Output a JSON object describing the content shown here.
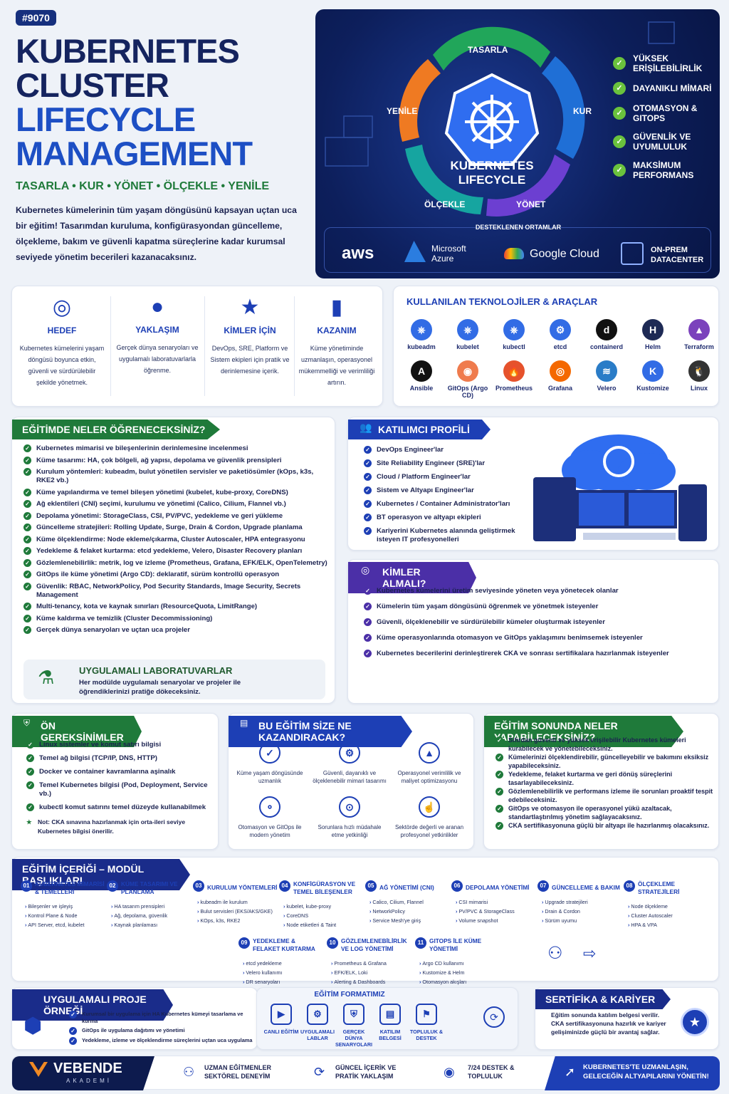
{
  "header": {
    "tag": "#9070",
    "title_line1": "KUBERNETES",
    "title_line2": "CLUSTER",
    "title_line3": "LIFECYCLE",
    "title_line4": "MANAGEMENT",
    "steps": "TASARLA • KUR • YÖNET • ÖLÇEKLE • YENİLE",
    "intro": "Kubernetes kümelerinin tüm yaşam döngüsünü kapsayan uçtan uca bir eğitim! Tasarımdan kuruluma, konfigürasyondan güncelleme, ölçekleme, bakım ve güvenli kapatma süreçlerine kadar kurumsal seviyede yönetim becerileri kazanacaksınız."
  },
  "hero": {
    "center_line1": "KUBERNETES",
    "center_line2": "LIFECYCLE",
    "phases": [
      "TASARLA",
      "KUR",
      "YÖNET",
      "ÖLÇEKLE",
      "YENİLE"
    ],
    "features": [
      "YÜKSEK ERİŞİLEBİLİRLİK",
      "DAYANIKLI MİMARİ",
      "OTOMASYON & GITOPS",
      "GÜVENLİK VE UYUMLULUK",
      "MAKSİMUM PERFORMANS"
    ],
    "env_title": "DESTEKLENEN ORTAMLAR",
    "envs": [
      "aws",
      "Microsoft Azure",
      "Google Cloud",
      "ON-PREM DATACENTER"
    ]
  },
  "pillars": [
    {
      "title": "HEDEF",
      "desc": "Kubernetes kümelerini yaşam döngüsü boyunca etkin, güvenli ve sürdürülebilir şekilde yönetmek."
    },
    {
      "title": "YAKLAŞIM",
      "desc": "Gerçek dünya senaryoları ve uygulamalı laboratuvarlarla öğrenme."
    },
    {
      "title": "KİMLER İÇİN",
      "desc": "DevOps, SRE, Platform ve Sistem ekipleri için pratik ve derinlemesine içerik."
    },
    {
      "title": "KAZANIM",
      "desc": "Küme yönetiminde uzmanlaşın, operasyonel mükemmelliği ve verimliliği artırın."
    }
  ],
  "tools": {
    "title": "KULLANILAN TEKNOLOJİLER & ARAÇLAR",
    "items": [
      "kubeadm",
      "kubelet",
      "kubectl",
      "etcd",
      "containerd",
      "Helm",
      "Terraform",
      "Ansible",
      "GitOps (Argo CD)",
      "Prometheus",
      "Grafana",
      "Velero",
      "Kustomize",
      "Linux"
    ]
  },
  "learn": {
    "title": "EĞİTİMDE NELER ÖĞRENECEKSİNİZ?",
    "items": [
      "Kubernetes mimarisi ve bileşenlerinin derinlemesine incelenmesi",
      "Küme tasarımı: HA, çok bölgeli, ağ yapısı, depolama ve güvenlik prensipleri",
      "Kurulum yöntemleri: kubeadm, bulut yönetilen servisler ve paketiösümler (kOps, k3s, RKE2 vb.)",
      "Küme yapılandırma ve temel bileşen yönetimi (kubelet, kube-proxy, CoreDNS)",
      "Ağ eklentileri (CNI) seçimi, kurulumu ve yönetimi (Calico, Cilium, Flannel vb.)",
      "Depolama yönetimi: StorageClass, CSI, PV/PVC, yedekleme ve geri yükleme",
      "Güncelleme stratejileri: Rolling Update, Surge, Drain & Cordon, Upgrade planlama",
      "Küme ölçeklendirme: Node ekleme/çıkarma, Cluster Autoscaler, HPA entegrasyonu",
      "Yedekleme & felaket kurtarma: etcd yedekleme, Velero, Disaster Recovery planları",
      "Gözlemlenebilirlik: metrik, log ve izleme (Prometheus, Grafana, EFK/ELK, OpenTelemetry)",
      "GitOps ile küme yönetimi (Argo CD): deklaratif, sürüm kontrollü operasyon",
      "Güvenlik: RBAC, NetworkPolicy, Pod Security Standards, Image Security, Secrets Management",
      "Multi-tenancy, kota ve kaynak sınırları (ResourceQuota, LimitRange)",
      "Küme kaldırma ve temizlik (Cluster Decommissioning)",
      "Gerçek dünya senaryoları ve uçtan uca projeler"
    ],
    "lab_title": "UYGULAMALI LABORATUVARLAR",
    "lab_desc": "Her modülde uygulamalı senaryolar ve projeler ile öğrendiklerinizi pratiğe dökeceksiniz."
  },
  "profile": {
    "title": "KATILIMCI PROFİLİ",
    "items": [
      "DevOps Engineer'lar",
      "Site Reliability Engineer (SRE)'lar",
      "Cloud / Platform Engineer'lar",
      "Sistem ve Altyapı Engineer'lar",
      "Kubernetes / Container Administrator'ları",
      "BT operasyon ve altyapı ekipleri",
      "Kariyerini Kubernetes alanında geliştirmek isteyen IT profesyonelleri"
    ]
  },
  "who": {
    "title": "KİMLER ALMALI?",
    "items": [
      "Kubernetes kümelerini üretim seviyesinde yöneten veya yönetecek olanlar",
      "Kümelerin tüm yaşam döngüsünü öğrenmek ve yönetmek isteyenler",
      "Güvenli, ölçeklenebilir ve sürdürülebilir kümeler oluşturmak isteyenler",
      "Küme operasyonlarında otomasyon ve GitOps yaklaşımını benimsemek isteyenler",
      "Kubernetes becerilerini derinleştirerek CKA ve sonrası sertifikalara hazırlanmak isteyenler"
    ]
  },
  "prereq": {
    "title": "ÖN GEREKSİNİMLER",
    "items": [
      "Linux sistemler ve komut satırı bilgisi",
      "Temel ağ bilgisi (TCP/IP, DNS, HTTP)",
      "Docker ve container kavramlarına aşinalık",
      "Temel Kubernetes bilgisi (Pod, Deployment, Service vb.)",
      "kubectl komut satırını temel düzeyde kullanabilmek"
    ],
    "note": "Not: CKA sınavına hazırlanmak için orta-ileri seviye Kubernetes bilgisi önerilir."
  },
  "gains": {
    "title": "BU EĞİTİM SİZE NE KAZANDIRACAK?",
    "items": [
      "Küme yaşam döngüsünde uzmanlık",
      "Güvenli, dayanıklı ve ölçeklenebilir mimari tasarımı",
      "Operasyonel verimlilik ve maliyet optimizasyonu",
      "Otomasyon ve GitOps ile modern yönetim",
      "Sorunlara hızlı müdahale etme yetkinliği",
      "Sektörde değerli ve aranan profesyonel yetkinlikler"
    ]
  },
  "outcomes": {
    "title": "EĞİTİM SONUNDA NELER YAPABİLECEKSİNİZ?",
    "items": [
      "Sıfırdan güvenli ve yüksek erişilebilir Kubernetes kümeleri kurabilecek ve yönetebileceksiniz.",
      "Kümelerinizi ölçeklendirebilir, güncelleyebilir ve bakımını eksiksiz yapabileceksiniz.",
      "Yedekleme, felaket kurtarma ve geri dönüş süreçlerini tasarlayabileceksiniz.",
      "Gözlemlenebilirlik ve performans izleme ile sorunları proaktif tespit edebileceksiniz.",
      "GitOps ve otomasyon ile operasyonel yükü azaltacak, standartlaştırılmış yönetim sağlayacaksınız.",
      "CKA sertifikasyonuna güçlü bir altyapı ile hazırlanmış olacaksınız."
    ]
  },
  "modules": {
    "title": "EĞİTİM İÇERİĞİ – MODÜL BAŞLIKLARI",
    "items": [
      {
        "n": "01",
        "t": "KUBERNETES MİMARİSİ & TEMELLERİ",
        "s": [
          "Bileşenler ve işleyiş",
          "Kontrol Plane & Node",
          "API Server, etcd, kubelet"
        ]
      },
      {
        "n": "02",
        "t": "KÜME TASARIMI VE PLANLAMA",
        "s": [
          "HA tasarım prensipleri",
          "Ağ, depolama, güvenlik",
          "Kaynak planlaması"
        ]
      },
      {
        "n": "03",
        "t": "KURULUM YÖNTEMLERİ",
        "s": [
          "kubeadm ile kurulum",
          "Bulut servisleri (EKS/AKS/GKE)",
          "KOps, k3s, RKE2"
        ]
      },
      {
        "n": "04",
        "t": "KONFİGÜRASYON VE TEMEL BİLEŞENLER",
        "s": [
          "kubelet, kube-proxy",
          "CoreDNS",
          "Node etiketleri & Taint"
        ]
      },
      {
        "n": "05",
        "t": "AĞ YÖNETİMİ (CNI)",
        "s": [
          "Calico, Cilium, Flannel",
          "NetworkPolicy",
          "Service Mesh'ye giriş"
        ]
      },
      {
        "n": "06",
        "t": "DEPOLAMA YÖNETİMİ",
        "s": [
          "CSI mimarisi",
          "PV/PVC & StorageClass",
          "Volume snapshot"
        ]
      },
      {
        "n": "07",
        "t": "GÜNCELLEME & BAKIM",
        "s": [
          "Upgrade stratejileri",
          "Drain & Cordon",
          "Sürüm uyumu"
        ]
      },
      {
        "n": "08",
        "t": "ÖLÇEKLEME STRATEJİLERİ",
        "s": [
          "Node ölçekleme",
          "Cluster Autoscaler",
          "HPA & VPA"
        ]
      },
      {
        "n": "09",
        "t": "YEDEKLEME & FELAKET KURTARMA",
        "s": [
          "etcd yedekleme",
          "Velero kullanımı",
          "DR senaryoları"
        ]
      },
      {
        "n": "10",
        "t": "GÖZLEMLENEBİLİRLİK VE LOG YÖNETİMİ",
        "s": [
          "Prometheus & Grafana",
          "EFK/ELK, Loki",
          "Alerting & Dashboards"
        ]
      },
      {
        "n": "11",
        "t": "GITOPS İLE KÜME YÖNETİMİ",
        "s": [
          "Argo CD kullanımı",
          "Kustomize & Helm",
          "Otomasyon akışları"
        ]
      }
    ]
  },
  "project": {
    "title": "UYGULAMALI PROJE ÖRNEĞİ",
    "items": [
      "Kurumsal bir uygulama için HA Kubernetes kümeyi tasarlama ve kurma",
      "GitOps ile uygulama dağıtımı ve yönetimi",
      "Yedekleme, izleme ve ölçeklendirme süreçlerini uçtan uca uygulama"
    ]
  },
  "format": {
    "title": "EĞİTİM FORMATIMIZ",
    "items": [
      "CANLI EĞİTİM",
      "UYGULAMALI LABLAR",
      "GERÇEK DÜNYA SENARYOLARI",
      "KATILIM BELGESİ",
      "TOPLULUK & DESTEK"
    ]
  },
  "cert": {
    "title": "SERTİFİKA & KARİYER",
    "desc": "Eğitim sonunda katılım belgesi verilir. CKA sertifikasyonuna hazırlık ve kariyer gelişiminizde güçlü bir avantaj sağlar."
  },
  "footer": {
    "brand": "VEBENDE",
    "brand_sub": "AKADEMİ",
    "f1": "UZMAN EĞİTMENLER SEKTÖREL DENEYİM",
    "f2": "GÜNCEL İÇERİK VE PRATİK YAKLAŞIM",
    "f3": "7/24 DESTEK & TOPLULUK",
    "cta": "KUBERNETES'TE UZMANLAŞIN, GELECEĞİN ALTYAPILARINI YÖNETİN!"
  },
  "colors": {
    "navy": "#16307e",
    "green": "#1f7a3a",
    "blue": "#1d3fb5",
    "purple": "#4b2fa7",
    "hero_bg": "#0b1a4a"
  }
}
